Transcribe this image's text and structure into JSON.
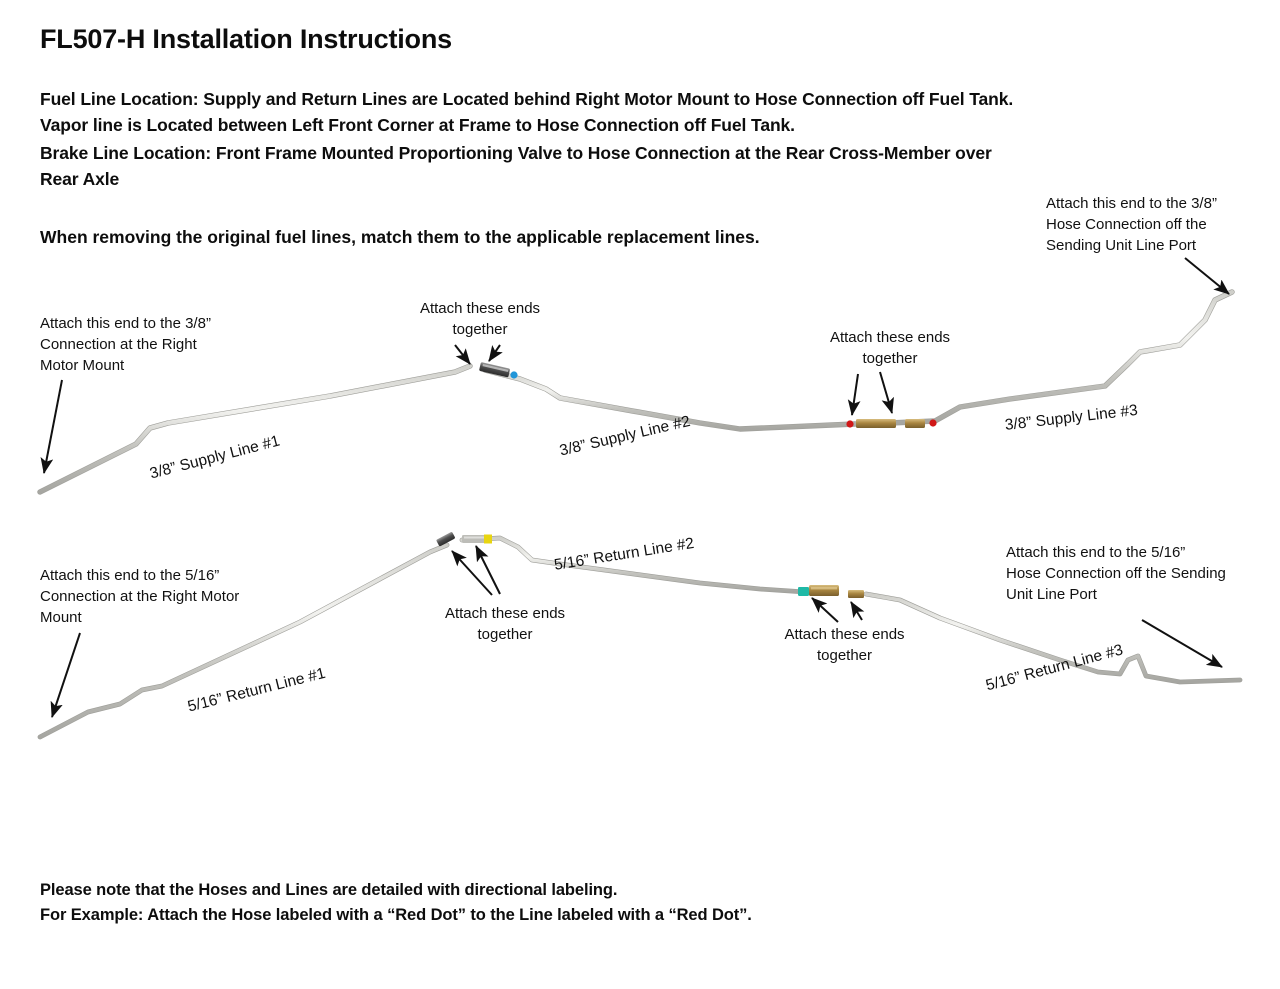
{
  "document": {
    "title": "FL507-H Installation Instructions",
    "body": [
      "Fuel Line Location:  Supply and Return Lines are Located behind Right Motor Mount to Hose Connection off Fuel Tank.",
      "Vapor line is Located between Left Front Corner at Frame to Hose Connection off Fuel Tank.",
      "Brake Line Location: Front Frame Mounted Proportioning Valve to Hose Connection at the Rear Cross-Member over",
      "Rear Axle"
    ],
    "emphasis": "When removing the original fuel lines, match them to the applicable replacement lines.",
    "notes": [
      "Please note that the Hoses and Lines are detailed with directional labeling.",
      "For Example: Attach the Hose labeled with a “Red Dot” to the Line labeled with a “Red Dot”."
    ]
  },
  "supply_section": {
    "callout_left": "Attach this end to the 3/8”\nConnection at the Right\nMotor Mount",
    "callout_mid": "Attach these ends\ntogether",
    "callout_right": "Attach these ends\ntogether",
    "callout_top_right": "Attach this end to the 3/8”\nHose Connection off the\nSending Unit Line Port",
    "line_labels": [
      "3/8” Supply Line #1",
      "3/8” Supply Line #2",
      "3/8” Supply Line #3"
    ],
    "marker_colors": [
      "#2196d9",
      "#d01717",
      "#d01717"
    ]
  },
  "return_section": {
    "callout_left": "Attach this end to the 5/16”\nConnection at the Right Motor\nMount",
    "callout_mid": "Attach these ends\ntogether",
    "callout_mid2": "Attach these ends\ntogether",
    "callout_right": "Attach this end to the 5/16”\nHose Connection off the Sending\nUnit Line Port",
    "line_labels": [
      "5/16” Return Line #1",
      "5/16” Return Line #2",
      "5/16” Return Line #3"
    ],
    "marker_colors": [
      "#e8d511",
      "#1fb9a6",
      "#b8913f"
    ]
  },
  "colors": {
    "tube": "#b7b7b2",
    "tube_highlight": "#e9e9e6",
    "fitting_brass": "#a98641",
    "fitting_dark": "#575757",
    "arrow": "#111111",
    "text": "#0d0d0d"
  }
}
